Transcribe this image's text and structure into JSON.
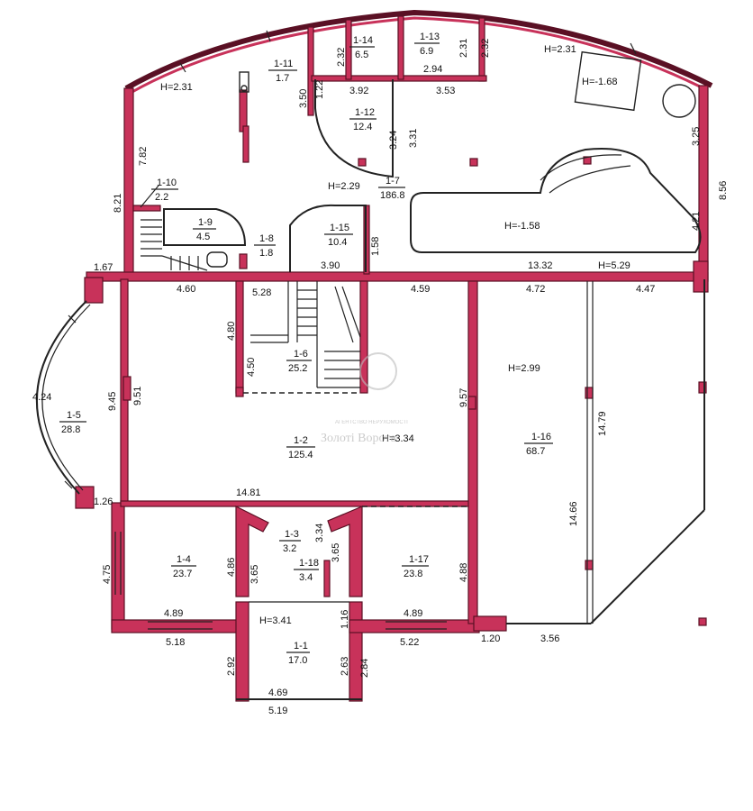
{
  "rooms": [
    {
      "id": "1-1",
      "area": "17.0"
    },
    {
      "id": "1-2",
      "area": "125.4"
    },
    {
      "id": "1-3",
      "area": "3.2"
    },
    {
      "id": "1-4",
      "area": "23.7"
    },
    {
      "id": "1-5",
      "area": "28.8"
    },
    {
      "id": "1-6",
      "area": "25.2"
    },
    {
      "id": "1-7",
      "area": "186.8"
    },
    {
      "id": "1-8",
      "area": "1.8"
    },
    {
      "id": "1-9",
      "area": "4.5"
    },
    {
      "id": "1-10",
      "area": "2.2"
    },
    {
      "id": "1-11",
      "area": "1.7"
    },
    {
      "id": "1-12",
      "area": "12.4"
    },
    {
      "id": "1-13",
      "area": "6.9"
    },
    {
      "id": "1-14",
      "area": "6.5"
    },
    {
      "id": "1-15",
      "area": "10.4"
    },
    {
      "id": "1-16",
      "area": "68.7"
    },
    {
      "id": "1-17",
      "area": "23.8"
    },
    {
      "id": "1-18",
      "area": "3.4"
    }
  ],
  "heights": {
    "h_top_left": "H=2.31",
    "h_top_right": "H=2.31",
    "h_pit": "H=-1.68",
    "h_pool": "H=-1.58",
    "h_hall_top": "H=2.29",
    "h_top_band": "H=5.29",
    "h_main": "H=3.34",
    "h_garage": "H=2.99",
    "h_entry": "H=3.41"
  },
  "dims": {
    "d_1_67": "1.67",
    "d_4_60": "4.60",
    "d_5_28": "5.28",
    "d_4_59": "4.59",
    "d_4_72": "4.72",
    "d_4_47": "4.47",
    "d_13_32": "13.32",
    "d_3_90": "3.90",
    "d_1_58": "1.58",
    "d_8_21": "8.21",
    "d_7_82": "7.82",
    "d_8_56": "8.56",
    "d_4_21": "4.21",
    "d_3_25": "3.25",
    "d_2_32a": "2.32",
    "d_2_32b": "2.32",
    "d_2_31": "2.31",
    "d_2_94": "2.94",
    "d_3_92": "3.92",
    "d_3_53": "3.53",
    "d_3_50": "3.50",
    "d_1_22": "1.22",
    "d_3_24": "3.24",
    "d_3_31": "3.31",
    "d_4_80": "4.80",
    "d_4_50": "4.50",
    "d_9_45": "9.45",
    "d_9_51": "9.51",
    "d_4_24": "4.24",
    "d_9_57": "9.57",
    "d_14_79": "14.79",
    "d_14_66": "14.66",
    "d_14_81": "14.81",
    "d_1_26": "1.26",
    "d_4_75": "4.75",
    "d_4_86": "4.86",
    "d_3_65a": "3.65",
    "d_3_34": "3.34",
    "d_3_65b": "3.65",
    "d_4_88": "4.88",
    "d_4_89a": "4.89",
    "d_5_18": "5.18",
    "d_4_89b": "4.89",
    "d_5_22": "5.22",
    "d_1_20": "1.20",
    "d_3_56": "3.56",
    "d_1_16": "1.16",
    "d_2_92": "2.92",
    "d_2_63": "2.63",
    "d_2_84": "2.84",
    "d_4_69": "4.69",
    "d_5_19": "5.19"
  },
  "watermark": {
    "name": "Золоті Ворота",
    "sub": "АГЕНТСТВО НЕРУХОМОСТІ"
  },
  "colors": {
    "wall": "#c8325a",
    "line": "#222222",
    "background": "#ffffff"
  }
}
